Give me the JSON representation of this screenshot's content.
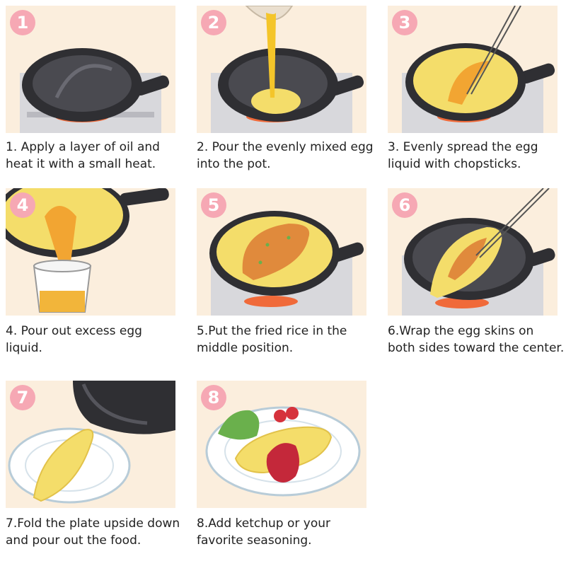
{
  "colors": {
    "panel_bg": "#fbeedd",
    "badge": "#f6a8b4",
    "pan": "#2f2f33",
    "egg": "#f4dd6a",
    "egg_orange": "#f2a532",
    "rice": "#e08a3c",
    "flame": "#f06a3a",
    "ketchup": "#c4283a",
    "lettuce": "#6ab04c"
  },
  "steps": [
    {
      "number": "1",
      "caption": "1. Apply a layer of oil and heat it with a small heat."
    },
    {
      "number": "2",
      "caption": "2. Pour the evenly mixed egg into the pot."
    },
    {
      "number": "3",
      "caption": "3. Evenly spread the egg liquid with chopsticks."
    },
    {
      "number": "4",
      "caption": "4. Pour out excess egg liquid."
    },
    {
      "number": "5",
      "caption": "5.Put the fried rice in the middle position."
    },
    {
      "number": "6",
      "caption": "6.Wrap the egg skins on both sides toward the center."
    },
    {
      "number": "7",
      "caption": "7.Fold the plate upside down and pour out the food."
    },
    {
      "number": "8",
      "caption": "8.Add ketchup or your favorite seasoning."
    }
  ]
}
